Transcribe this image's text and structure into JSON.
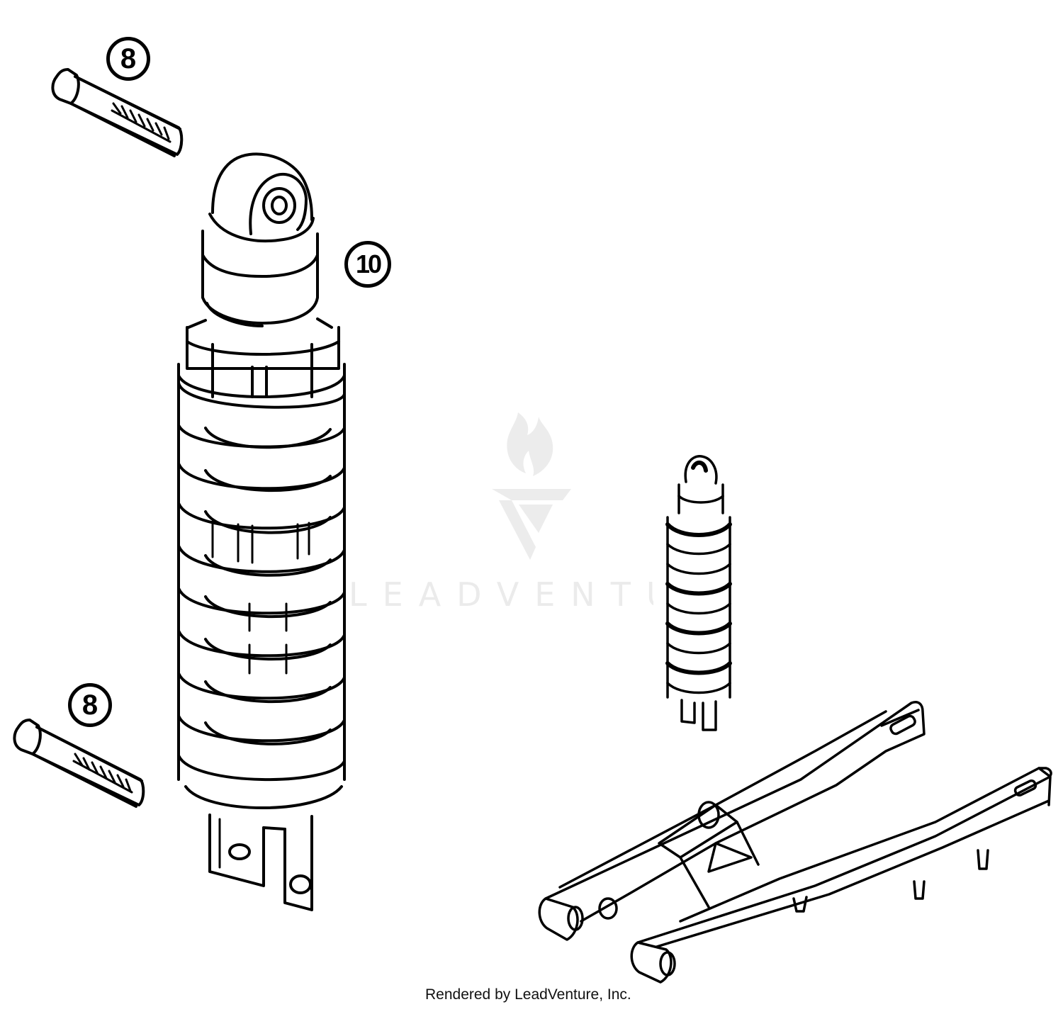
{
  "diagram": {
    "type": "exploded parts diagram",
    "subject": "Rear shock absorber and swingarm",
    "callouts": [
      {
        "id": "callout-8-top",
        "label": "8",
        "part": "bolt (upper shock mount)"
      },
      {
        "id": "callout-10",
        "label": "10",
        "part": "rear shock absorber assembly"
      },
      {
        "id": "callout-8-bottom",
        "label": "8",
        "part": "bolt (lower shock mount)"
      }
    ],
    "components": [
      {
        "name": "upper-mount-bolt",
        "callout": "8"
      },
      {
        "name": "shock-absorber",
        "callout": "10"
      },
      {
        "name": "lower-mount-bolt",
        "callout": "8"
      },
      {
        "name": "shock-location-thumbnail",
        "callout": ""
      },
      {
        "name": "swingarm-thumbnail",
        "callout": ""
      }
    ]
  },
  "watermark": {
    "text": "LEADVENTU",
    "color": "#ebebeb"
  },
  "footer": {
    "credit": "Rendered by LeadVenture, Inc."
  },
  "colors": {
    "line": "#000000",
    "background": "#ffffff"
  }
}
